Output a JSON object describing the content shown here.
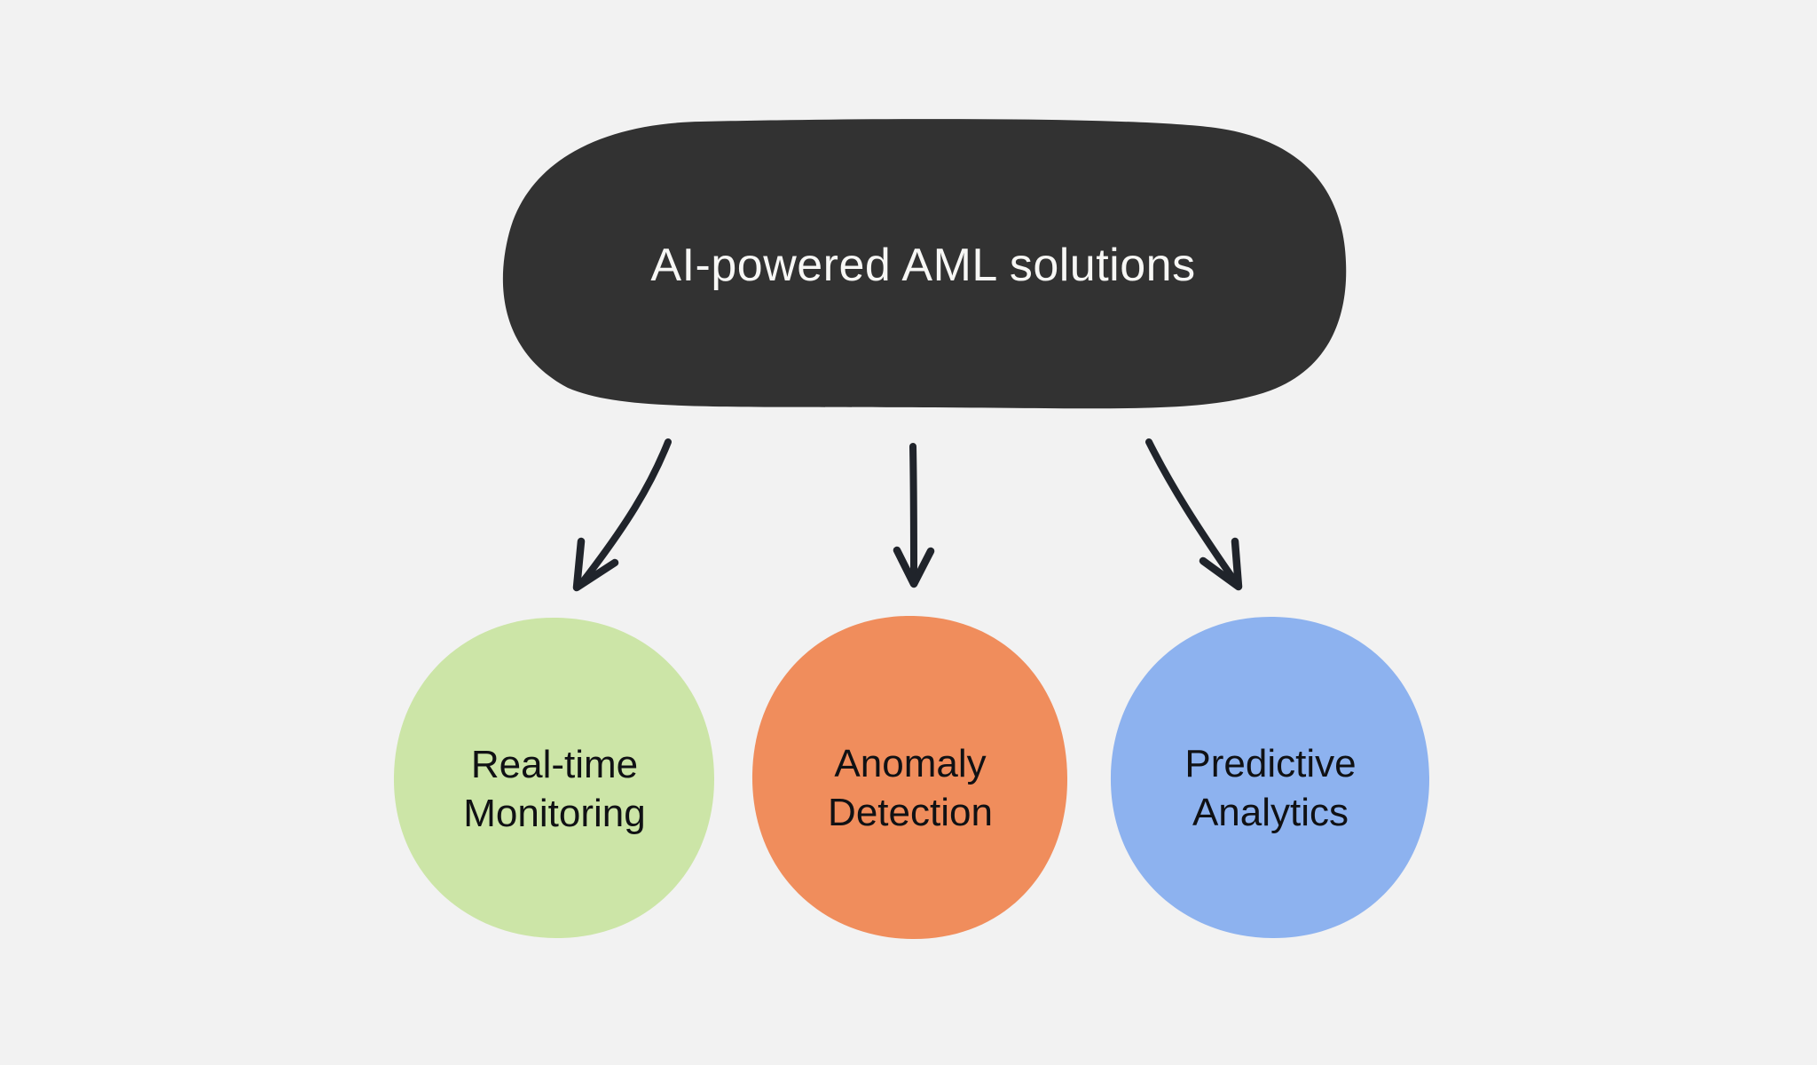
{
  "colors": {
    "background": "#f2f2f2",
    "arrow": "#20242b",
    "root_fill": "#323232",
    "root_text": "#f7f7f5",
    "node_text": "#101114"
  },
  "diagram": {
    "root": {
      "label": "AI-powered AML solutions",
      "fill": "#323232"
    },
    "connectors": [
      {
        "icon": "arrow-down-left-icon",
        "from": "AI-powered AML solutions",
        "to": "Real-time Monitoring"
      },
      {
        "icon": "arrow-down-icon",
        "from": "AI-powered AML solutions",
        "to": "Anomaly Detection"
      },
      {
        "icon": "arrow-down-right-icon",
        "from": "AI-powered AML solutions",
        "to": "Predictive Analytics"
      }
    ],
    "nodes": [
      {
        "label": "Real-time Monitoring",
        "fill": "#cce5a7"
      },
      {
        "label": "Anomaly Detection",
        "fill": "#f08d5c"
      },
      {
        "label": "Predictive Analytics",
        "fill": "#8db2ef"
      }
    ]
  }
}
